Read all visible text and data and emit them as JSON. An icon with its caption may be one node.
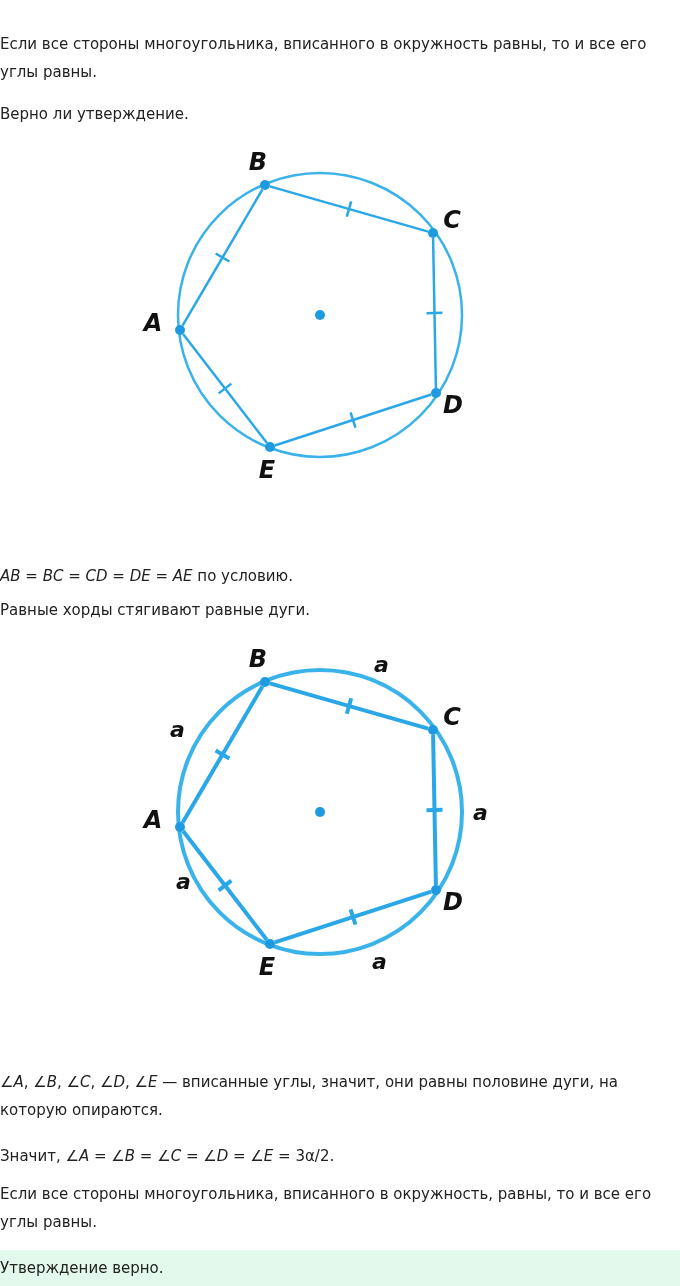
{
  "diagram": {
    "nodes": [
      {
        "text": [
          "A"
        ]
      },
      {
        "text": [
          "B"
        ]
      },
      {
        "text": [
          "C"
        ]
      },
      {
        "text": [
          "D"
        ]
      },
      {
        "text": [
          "E"
        ]
      },
      {
        "text": [
          "A"
        ]
      },
      {
        "text": [
          "B"
        ]
      },
      {
        "text": [
          "C"
        ]
      },
      {
        "text": [
          "D"
        ]
      },
      {
        "text": [
          "E"
        ]
      }
    ],
    "edges": [
      {
        "from": 0,
        "to": 1,
        "arrow": "none"
      },
      {
        "from": 1,
        "to": 2,
        "arrow": "none"
      },
      {
        "from": 2,
        "to": 3,
        "arrow": "none"
      },
      {
        "from": 3,
        "to": 4,
        "arrow": "none"
      },
      {
        "from": 4,
        "to": 0,
        "arrow": "none"
      },
      {
        "from": 5,
        "to": 6,
        "arrow": "none"
      },
      {
        "from": 6,
        "to": 7,
        "arrow": "none"
      },
      {
        "from": 7,
        "to": 8,
        "arrow": "none"
      },
      {
        "from": 8,
        "to": 9,
        "arrow": "none"
      },
      {
        "from": 9,
        "to": 5,
        "arrow": "none"
      }
    ],
    "labels": [
      "Если все стороны многоугольника, вписанного в окружность равны, то и все его углы равны.",
      "Верно ли утверждение.",
      "*AB* = *BC* = *CD* = *DE* = *AE* по условию.",
      "Равные хорды стягивают равные дуги.",
      "a",
      "a",
      "a",
      "a",
      "a",
      "∠*A*, ∠*B*, ∠*C*, ∠*D*, ∠*E* — вписанные углы, значит, они равны половине дуги, на которую опираются.",
      "Значит, ∠*A* = ∠*B* = ∠*C* = ∠*D* = ∠*E* = 3α/2.",
      "Если все стороны многоугольника, вписанного в окружность, равны, то и все его углы равны.",
      "Утверждение верно."
    ]
  }
}
